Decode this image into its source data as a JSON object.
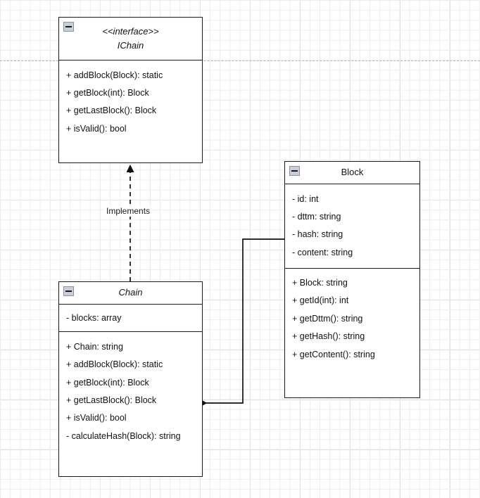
{
  "diagram": {
    "type": "uml-class-diagram",
    "background": "#ffffff",
    "grid_color": "#ededed",
    "grid_major_color": "#d2d2d2",
    "line_color": "#1a1a1a"
  },
  "classes": [
    {
      "id": "ichain",
      "stereotype": "<<interface>>",
      "name": "IChain",
      "italic": true,
      "collapse_icon": "minus-icon",
      "attributes": [],
      "methods": [
        "+ addBlock(Block): static",
        "+ getBlock(int): Block",
        "+ getLastBlock(): Block",
        "+ isValid(): bool"
      ]
    },
    {
      "id": "chain",
      "stereotype": "",
      "name": "Chain",
      "italic": true,
      "collapse_icon": "minus-icon",
      "attributes": [
        "- blocks: array"
      ],
      "methods": [
        "+ Chain: string",
        "+ addBlock(Block): static",
        "+ getBlock(int): Block",
        "+ getLastBlock(): Block",
        "+ isValid(): bool",
        "- calculateHash(Block): string"
      ]
    },
    {
      "id": "block",
      "stereotype": "",
      "name": "Block",
      "italic": false,
      "collapse_icon": "minus-icon",
      "attributes": [
        "- id: int",
        "- dttm: string",
        "- hash: string",
        "- content: string"
      ],
      "methods": [
        "+ Block: string",
        "+ getId(int): int",
        "+ getDttm(): string",
        "+ getHash(): string",
        "+ getContent(): string"
      ]
    }
  ],
  "relationships": [
    {
      "id": "implements",
      "label": "Implements",
      "kind": "realization",
      "style": "dashed",
      "arrowhead": "closed-triangle",
      "from": "chain",
      "to": "ichain"
    },
    {
      "id": "composition",
      "label": "",
      "kind": "composition",
      "style": "solid",
      "arrowhead": "filled-diamond",
      "from": "chain",
      "to": "block"
    }
  ]
}
